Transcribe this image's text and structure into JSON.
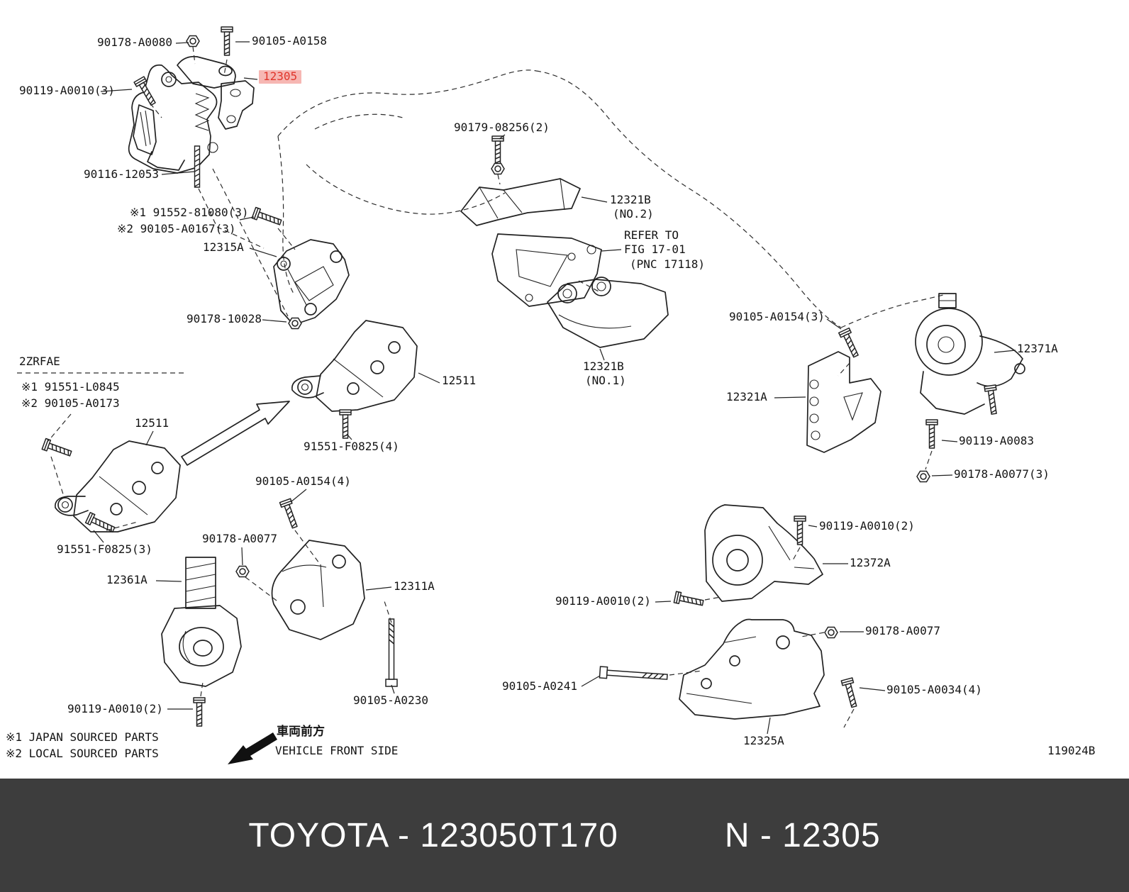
{
  "diagram": {
    "highlighted_part": "12305",
    "colors": {
      "highlight_text": "#e0352b",
      "highlight_bg": "#f6b7b3",
      "footer_bg": "#3d3d3d",
      "footer_text": "#ffffff",
      "line": "#222222"
    },
    "labels": [
      {
        "text": "90178-A0080"
      },
      {
        "text": "90105-A0158"
      },
      {
        "text": "12305"
      },
      {
        "text": "90119-A0010(3)"
      },
      {
        "text": "90116-12053"
      },
      {
        "text": "※1 91552-81080(3)"
      },
      {
        "text": "※2 90105-A0167(3)"
      },
      {
        "text": "12315A"
      },
      {
        "text": "90179-08256(2)"
      },
      {
        "text": "12321B"
      },
      {
        "text": "(NO.2)"
      },
      {
        "text": "REFER TO"
      },
      {
        "text": "FIG 17-01"
      },
      {
        "text": "(PNC 17118)"
      },
      {
        "text": "90178-10028"
      },
      {
        "text": "2ZRFAE"
      },
      {
        "text": "※1 91551-L0845"
      },
      {
        "text": "※2 90105-A0173"
      },
      {
        "text": "12511"
      },
      {
        "text": "12511"
      },
      {
        "text": "91551-F0825(4)"
      },
      {
        "text": "90105-A0154(4)"
      },
      {
        "text": "12321B"
      },
      {
        "text": "(NO.1)"
      },
      {
        "text": "90105-A0154(3)"
      },
      {
        "text": "12321A"
      },
      {
        "text": "12371A"
      },
      {
        "text": "90119-A0083"
      },
      {
        "text": "90178-A0077(3)"
      },
      {
        "text": "91551-F0825(3)"
      },
      {
        "text": "90178-A0077"
      },
      {
        "text": "12361A"
      },
      {
        "text": "12311A"
      },
      {
        "text": "90119-A0010(2)"
      },
      {
        "text": "90105-A0230"
      },
      {
        "text": "90119-A0010(2)"
      },
      {
        "text": "12372A"
      },
      {
        "text": "90119-A0010(2)"
      },
      {
        "text": "90178-A0077"
      },
      {
        "text": "90105-A0241"
      },
      {
        "text": "90105-A0034(4)"
      },
      {
        "text": "12325A"
      }
    ],
    "notes": {
      "sourcing_1": "※1 JAPAN SOURCED PARTS",
      "sourcing_2": "※2 LOCAL SOURCED PARTS",
      "vehicle_front_jp": "車両前方",
      "vehicle_front_en": "VEHICLE FRONT SIDE",
      "drawing_code": "119024B"
    }
  },
  "footer": {
    "catalog_text": "TOYOTA - 123050T170",
    "part_text": "N - 12305"
  }
}
